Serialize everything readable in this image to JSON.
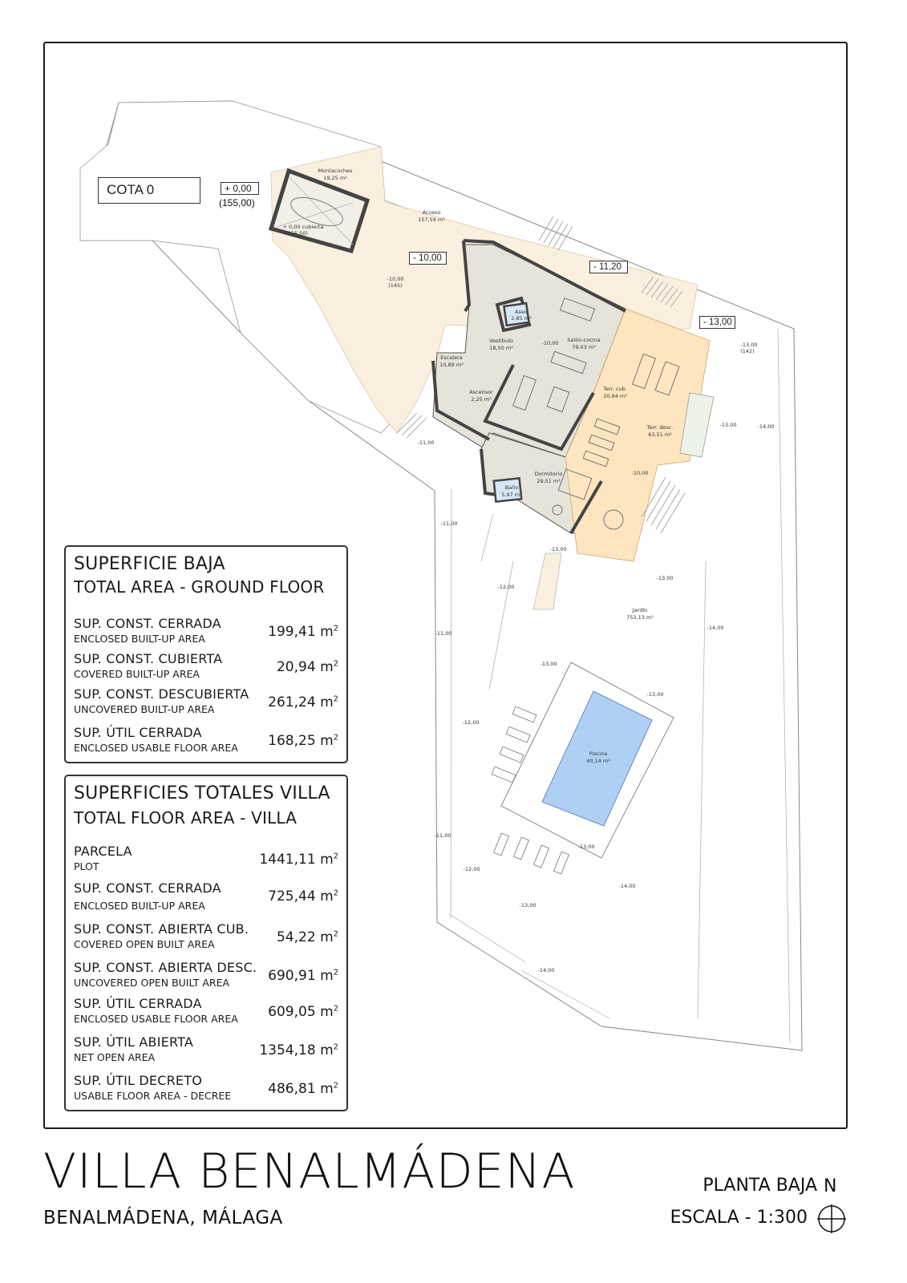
{
  "plan": {
    "cota_label": "COTA 0",
    "level_tag": "+ 0,00",
    "level_tag_sub": "(155,00)",
    "level_boxes": [
      "- 10,00",
      "- 11,20",
      "- 13,00"
    ],
    "rooms": [
      {
        "name": "Montacoches",
        "area": "19,25 m²"
      },
      {
        "name": "+ 0,00 cubierta",
        "area": "(155,00)"
      },
      {
        "name": "Acceso",
        "area": "157,59 m²"
      },
      {
        "name": "Aseo",
        "area": "2,85 m²"
      },
      {
        "name": "Vestíbulo",
        "area": "18,50 m²"
      },
      {
        "name": "Salón-cocina",
        "area": "79,03 m²"
      },
      {
        "name": "Escalera",
        "area": "10,89 m²"
      },
      {
        "name": "Ascensor",
        "area": "2,25 m²"
      },
      {
        "name": "Terr. cub.",
        "area": "20,94 m²"
      },
      {
        "name": "Terr. desc.",
        "area": "63,51 m²"
      },
      {
        "name": "Dormitorio",
        "area": "29,51 m²"
      },
      {
        "name": "Baño",
        "area": "5,97 m²"
      },
      {
        "name": "Jardín",
        "area": "753,13 m²"
      },
      {
        "name": "Piscina",
        "area": "40,14 m²"
      }
    ],
    "spot_levels": [
      "-10,00",
      "(145)",
      "-10,00",
      "-13,00",
      "(142)",
      "-13,00",
      "-14,00",
      "-10,00",
      "-11,00",
      "-11,00",
      "-13,00",
      "-13,00",
      "-12,00",
      "-11,00",
      "-14,00",
      "-13,00",
      "-13,00",
      "-12,00",
      "-11,00",
      "-13,00",
      "-12,00",
      "-14,00",
      "-13,00",
      "-14,00"
    ]
  },
  "ground_floor_panel": {
    "title": "SUPERFICIE BAJA",
    "subtitle": "TOTAL AREA - GROUND FLOOR",
    "rows": [
      {
        "label": "SUP. CONST. CERRADA",
        "sub": "ENCLOSED BUILT-UP AREA",
        "value": "199,41",
        "unit": "m",
        "exp": "2"
      },
      {
        "label": "SUP. CONST. CUBIERTA",
        "sub": "COVERED BUILT-UP AREA",
        "value": "20,94",
        "unit": "m",
        "exp": "2"
      },
      {
        "label": "SUP. CONST. DESCUBIERTA",
        "sub": "UNCOVERED BUILT-UP AREA",
        "value": "261,24",
        "unit": "m",
        "exp": "2"
      },
      {
        "label": "SUP. ÚTIL CERRADA",
        "sub": "ENCLOSED USABLE FLOOR AREA",
        "value": "168,25",
        "unit": "m",
        "exp": "2"
      }
    ]
  },
  "totals_panel": {
    "title": "SUPERFICIES TOTALES VILLA",
    "subtitle": "TOTAL FLOOR AREA - VILLA",
    "rows": [
      {
        "label": "PARCELA",
        "sub": "PLOT",
        "value": "1441,11",
        "unit": "m",
        "exp": "2"
      },
      {
        "label": "SUP. CONST. CERRADA",
        "sub": "ENCLOSED BUILT-UP AREA",
        "value": "725,44",
        "unit": "m",
        "exp": "2"
      },
      {
        "label": "SUP. CONST. ABIERTA CUB.",
        "sub": "COVERED OPEN BUILT AREA",
        "value": "54,22",
        "unit": "m",
        "exp": "2"
      },
      {
        "label": "SUP. CONST. ABIERTA DESC.",
        "sub": "UNCOVERED OPEN BUILT AREA",
        "value": "690,91",
        "unit": "m",
        "exp": "2"
      },
      {
        "label": "SUP. ÚTIL CERRADA",
        "sub": "ENCLOSED USABLE FLOOR AREA",
        "value": "609,05",
        "unit": "m",
        "exp": "2"
      },
      {
        "label": "SUP. ÚTIL ABIERTA",
        "sub": "NET OPEN AREA",
        "value": "1354,18",
        "unit": "m",
        "exp": "2"
      },
      {
        "label": "SUP. ÚTIL DECRETO",
        "sub": "USABLE FLOOR AREA - DECREE",
        "value": "486,81",
        "unit": "m",
        "exp": "2"
      }
    ]
  },
  "footer": {
    "title": "VILLA BENALMÁDENA",
    "location": "BENALMÁDENA, MÁLAGA",
    "plan_name": "PLANTA BAJA",
    "scale": "ESCALA - 1:300",
    "north": "N"
  },
  "colors": {
    "access_fill": "#fbf0df",
    "interior_fill": "#e6e4da",
    "terrace_fill": "#fde6bf",
    "pool_fill": "#aed0f5",
    "bath_fill": "#d6e8f7",
    "lawn_fill": "#eef3ea",
    "wall": "#444444"
  }
}
